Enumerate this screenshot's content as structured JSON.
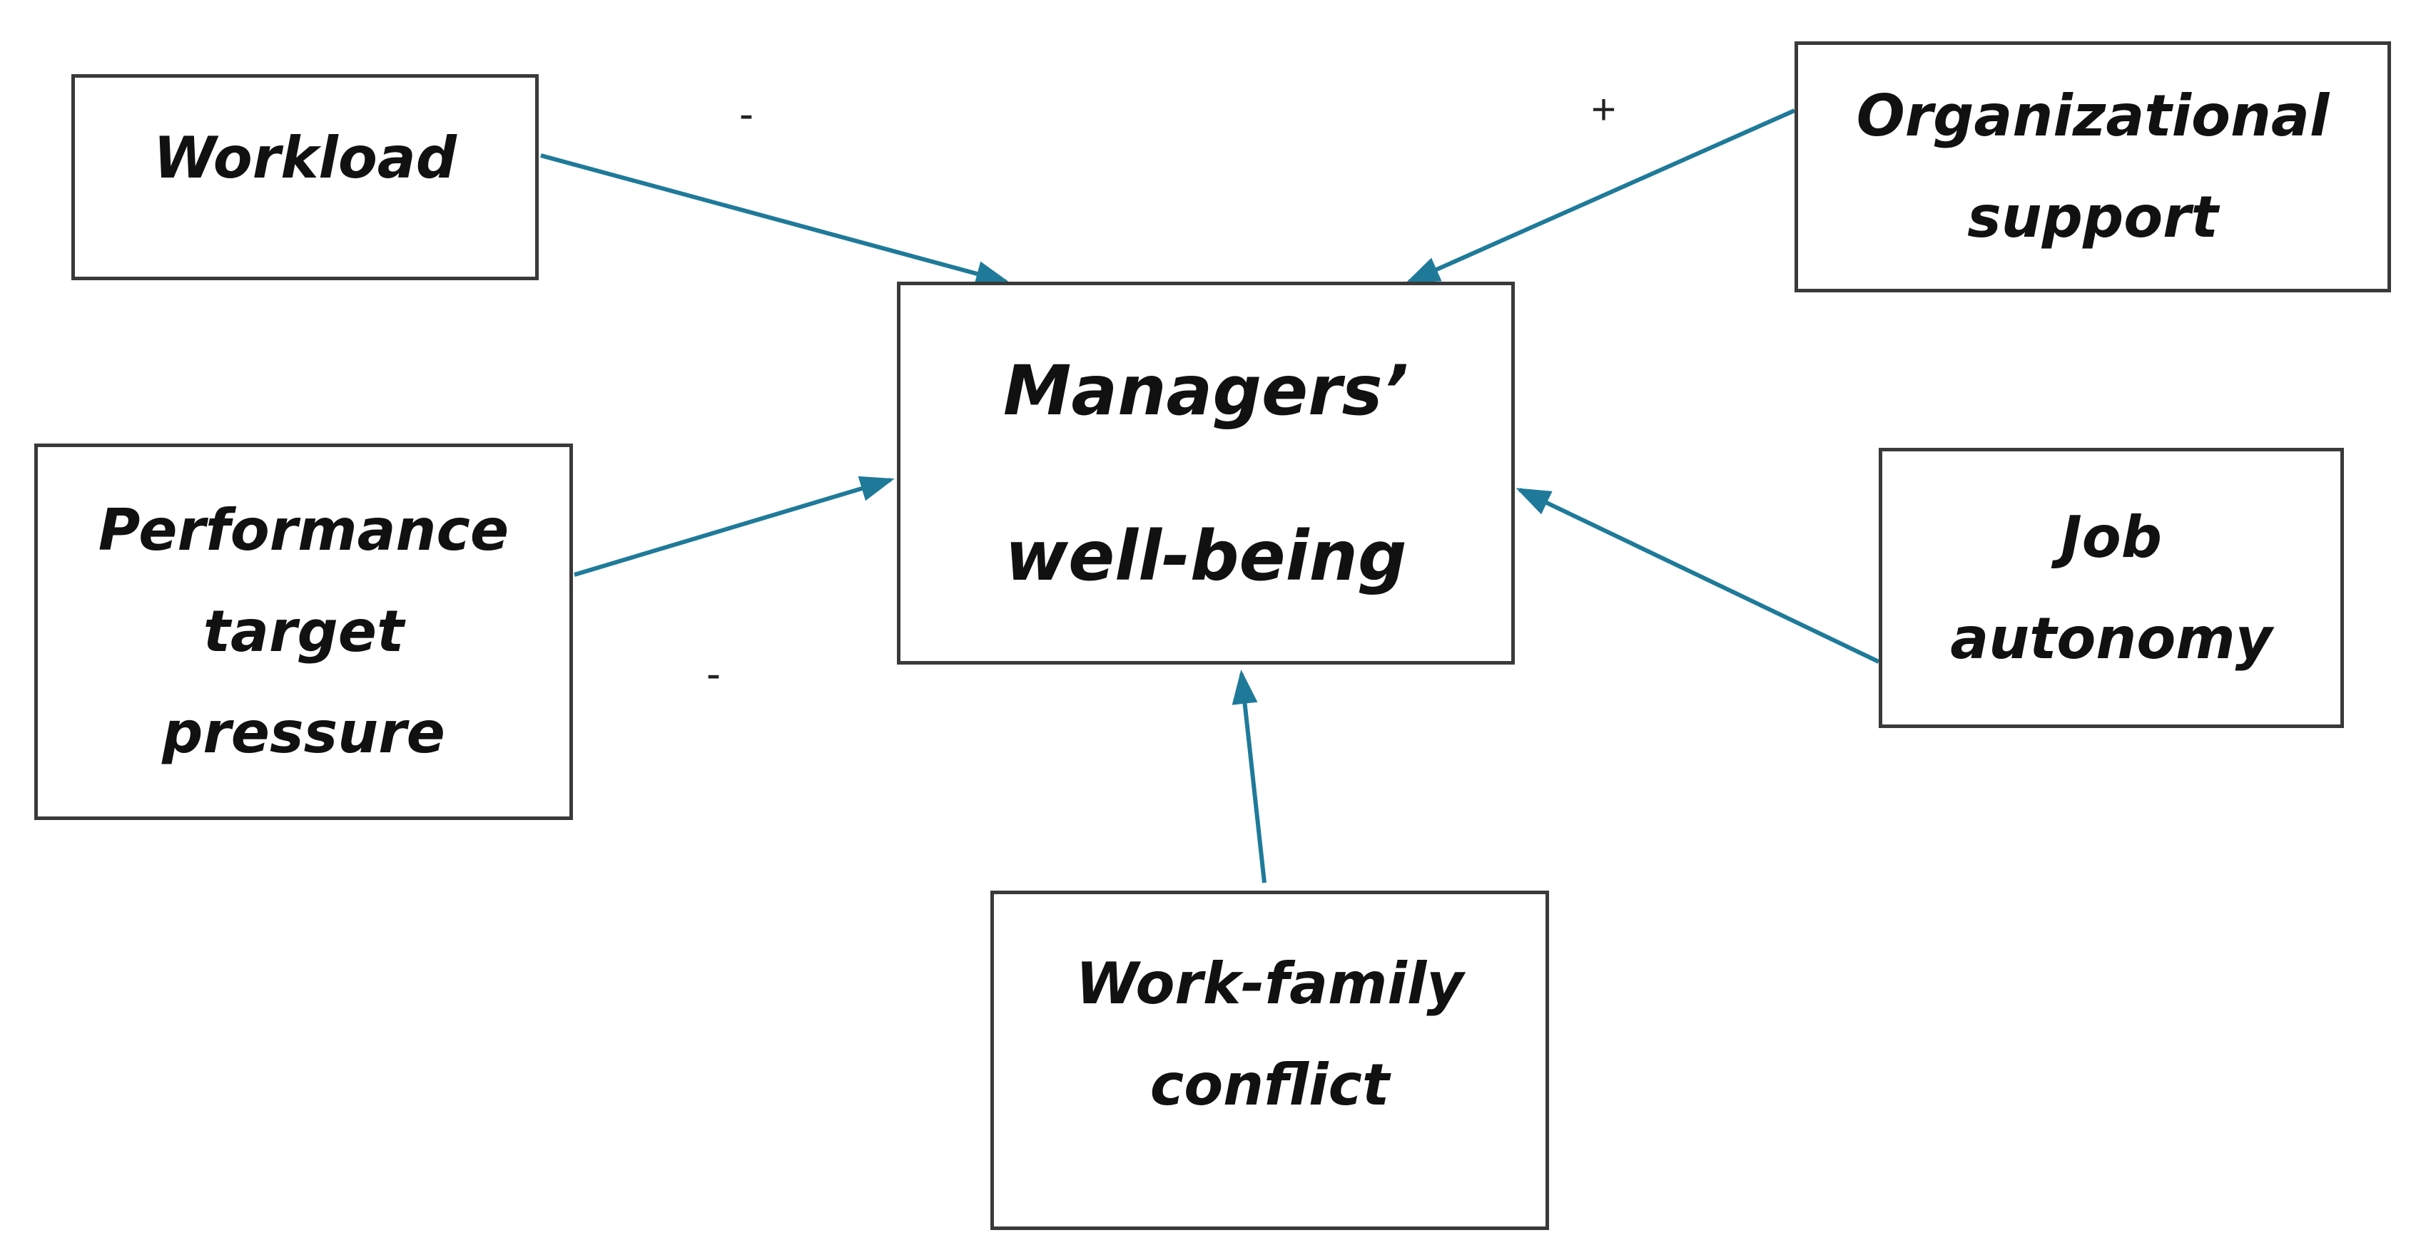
{
  "diagram": {
    "center": {
      "lines": [
        "Managers’",
        "well-being"
      ]
    },
    "factors": {
      "workload": {
        "lines": [
          "Workload"
        ],
        "sign": "-"
      },
      "organizational_support": {
        "lines": [
          "Organizational",
          "support"
        ],
        "sign": "+"
      },
      "performance_target_pressure": {
        "lines": [
          "Performance",
          "target",
          "pressure"
        ],
        "sign": "-"
      },
      "job_autonomy": {
        "lines": [
          "Job",
          "autonomy"
        ]
      },
      "work_family_conflict": {
        "lines": [
          "Work-family",
          "conflict"
        ]
      }
    },
    "arrow_color": "#1f7a99",
    "border_color": "#3a3a3a"
  }
}
